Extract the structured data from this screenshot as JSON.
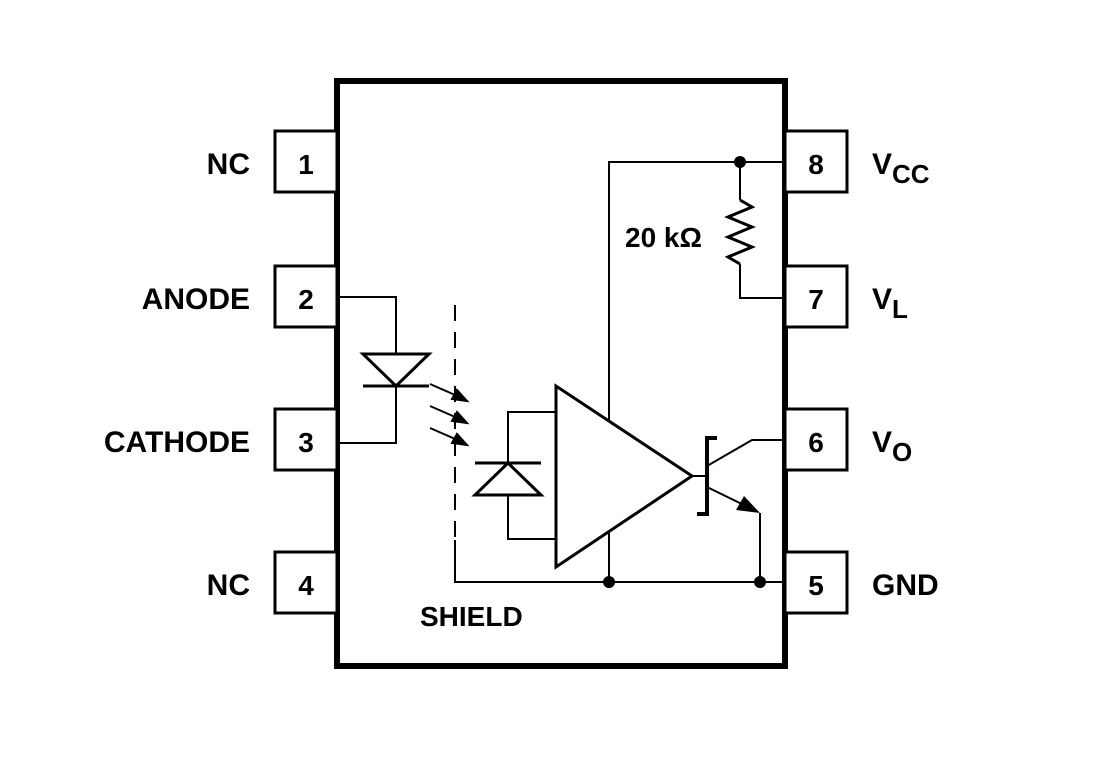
{
  "pins": [
    {
      "number": "1",
      "label": "NC"
    },
    {
      "number": "2",
      "label": "ANODE"
    },
    {
      "number": "3",
      "label": "CATHODE"
    },
    {
      "number": "4",
      "label": "NC"
    },
    {
      "number": "5",
      "label": "GND"
    },
    {
      "number": "6",
      "label_main": "V",
      "label_sub": "O"
    },
    {
      "number": "7",
      "label_main": "V",
      "label_sub": "L"
    },
    {
      "number": "8",
      "label_main": "V",
      "label_sub": "CC"
    }
  ],
  "resistor_label": "20 kΩ",
  "shield_label": "SHIELD",
  "colors": {
    "ink": "#000000",
    "background": "#ffffff"
  }
}
